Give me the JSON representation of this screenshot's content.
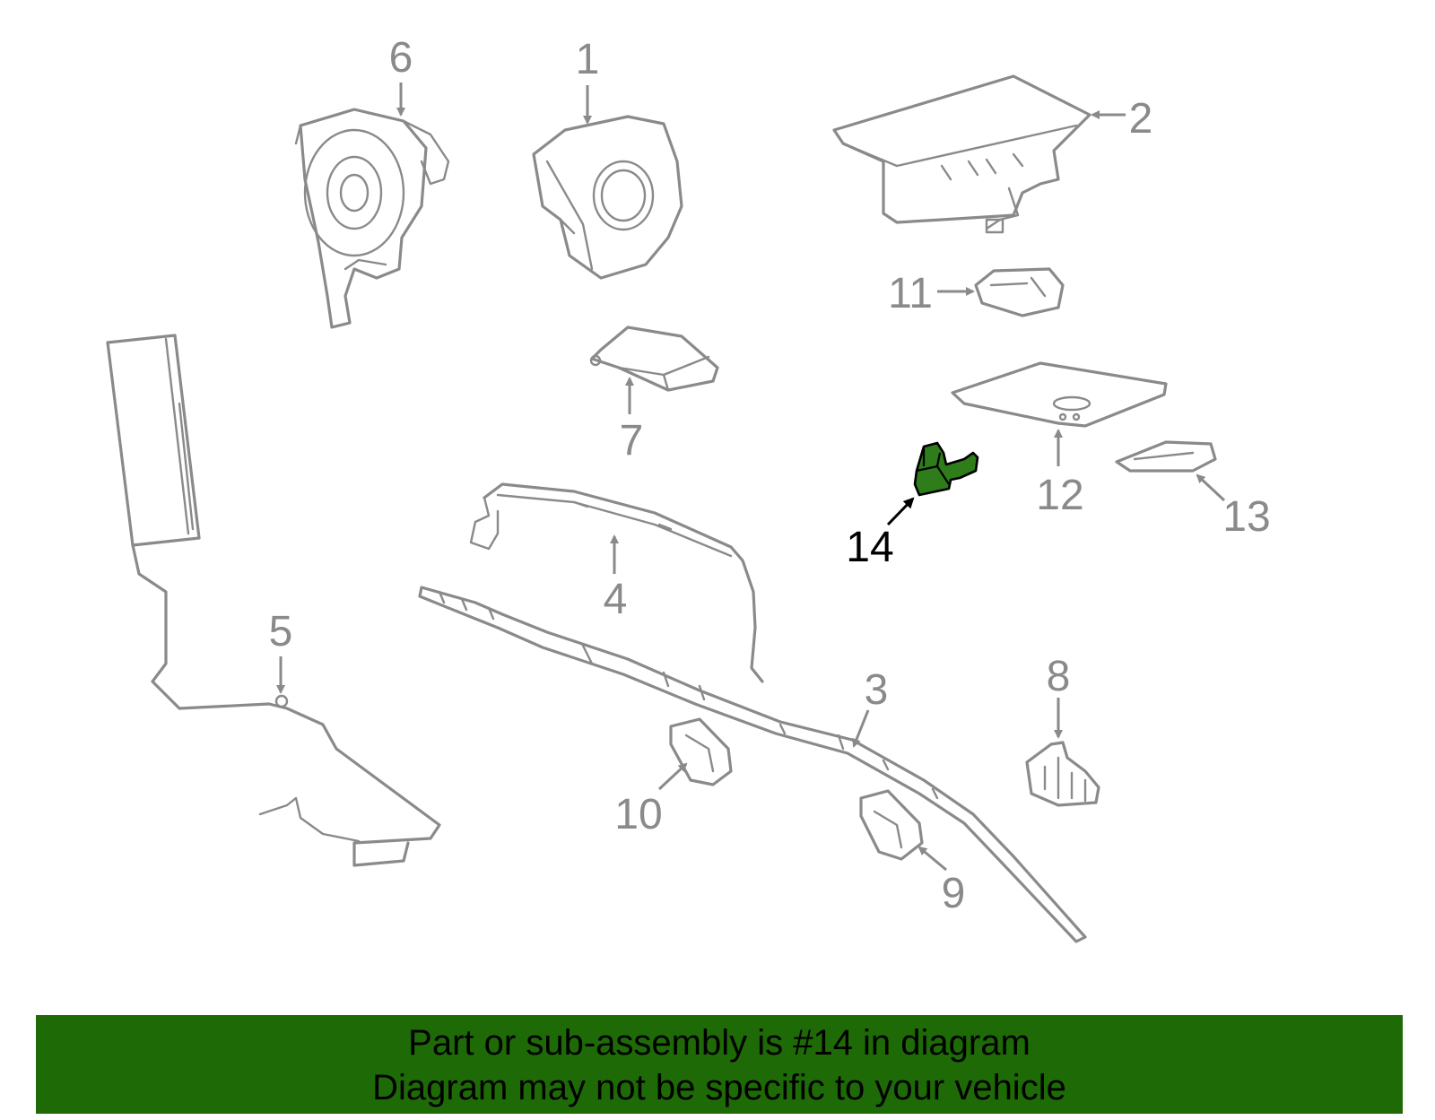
{
  "diagram": {
    "callouts": [
      {
        "id": "1",
        "label": "1"
      },
      {
        "id": "2",
        "label": "2"
      },
      {
        "id": "3",
        "label": "3"
      },
      {
        "id": "4",
        "label": "4"
      },
      {
        "id": "5",
        "label": "5"
      },
      {
        "id": "6",
        "label": "6"
      },
      {
        "id": "7",
        "label": "7"
      },
      {
        "id": "8",
        "label": "8"
      },
      {
        "id": "9",
        "label": "9"
      },
      {
        "id": "10",
        "label": "10"
      },
      {
        "id": "11",
        "label": "11"
      },
      {
        "id": "12",
        "label": "12"
      },
      {
        "id": "13",
        "label": "13"
      },
      {
        "id": "14",
        "label": "14"
      }
    ],
    "highlighted_part": "14",
    "colors": {
      "part_outline": "#8a8a8a",
      "highlight_fill": "#2e7d1a",
      "banner_background": "#1e6a06",
      "active_text": "#000000"
    }
  },
  "banner": {
    "line1": "Part or sub-assembly is #14 in diagram",
    "line2": "Diagram may not be specific to your vehicle"
  }
}
